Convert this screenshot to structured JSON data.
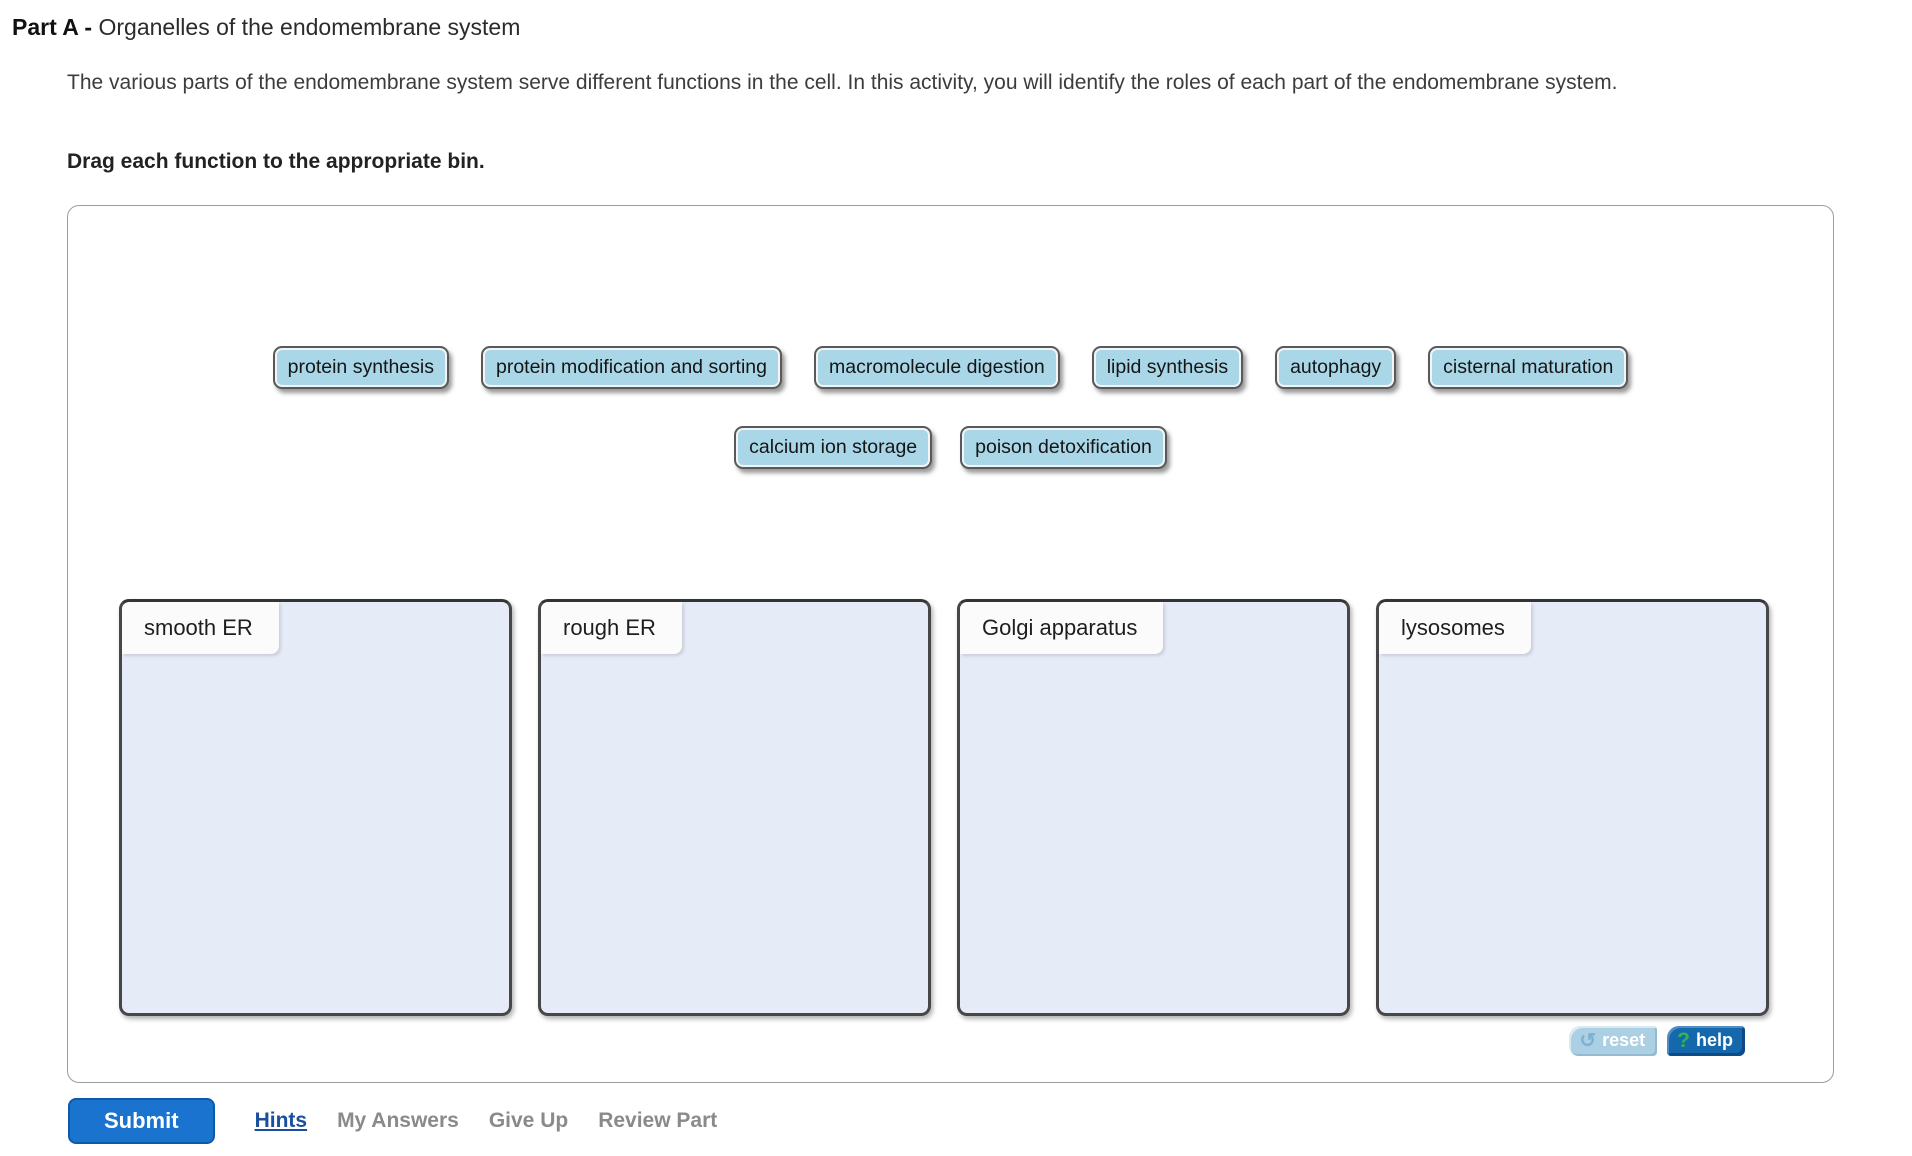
{
  "header": {
    "part_label": "Part A - ",
    "part_title": "Organelles of the endomembrane system"
  },
  "intro": {
    "text": "The various parts of the endomembrane system serve different functions in the cell. In this activity, you will identify the roles of each part of the endomembrane system."
  },
  "instruction": "Drag each function to the appropriate bin.",
  "chips": {
    "row1": [
      {
        "label": "protein synthesis"
      },
      {
        "label": "protein modification and sorting"
      },
      {
        "label": "macromolecule digestion"
      },
      {
        "label": "lipid synthesis"
      },
      {
        "label": "autophagy"
      },
      {
        "label": "cisternal maturation"
      }
    ],
    "row2": [
      {
        "label": "calcium ion storage"
      },
      {
        "label": "poison detoxification"
      }
    ]
  },
  "bins": [
    {
      "label": "smooth ER"
    },
    {
      "label": "rough ER"
    },
    {
      "label": "Golgi apparatus"
    },
    {
      "label": "lysosomes"
    }
  ],
  "panel_buttons": {
    "reset_icon": "↺",
    "reset_label": "reset",
    "help_icon": "?",
    "help_label": "help"
  },
  "footer": {
    "submit_label": "Submit",
    "links": [
      {
        "label": "Hints"
      },
      {
        "label": "My Answers"
      },
      {
        "label": "Give Up"
      },
      {
        "label": "Review Part"
      }
    ]
  },
  "colors": {
    "chip_fill": "#a9d7e8",
    "bin_fill": "#e6ebf8",
    "bin_border": "#474747",
    "panel_border": "#9c9c9c",
    "reset_bg": "#abcfe3",
    "help_bg": "#1668ad",
    "help_icon": "#2fb457",
    "submit_bg": "#1a73cf",
    "hints_color": "#1a4fa0",
    "link_gray": "#8a8a8a"
  }
}
